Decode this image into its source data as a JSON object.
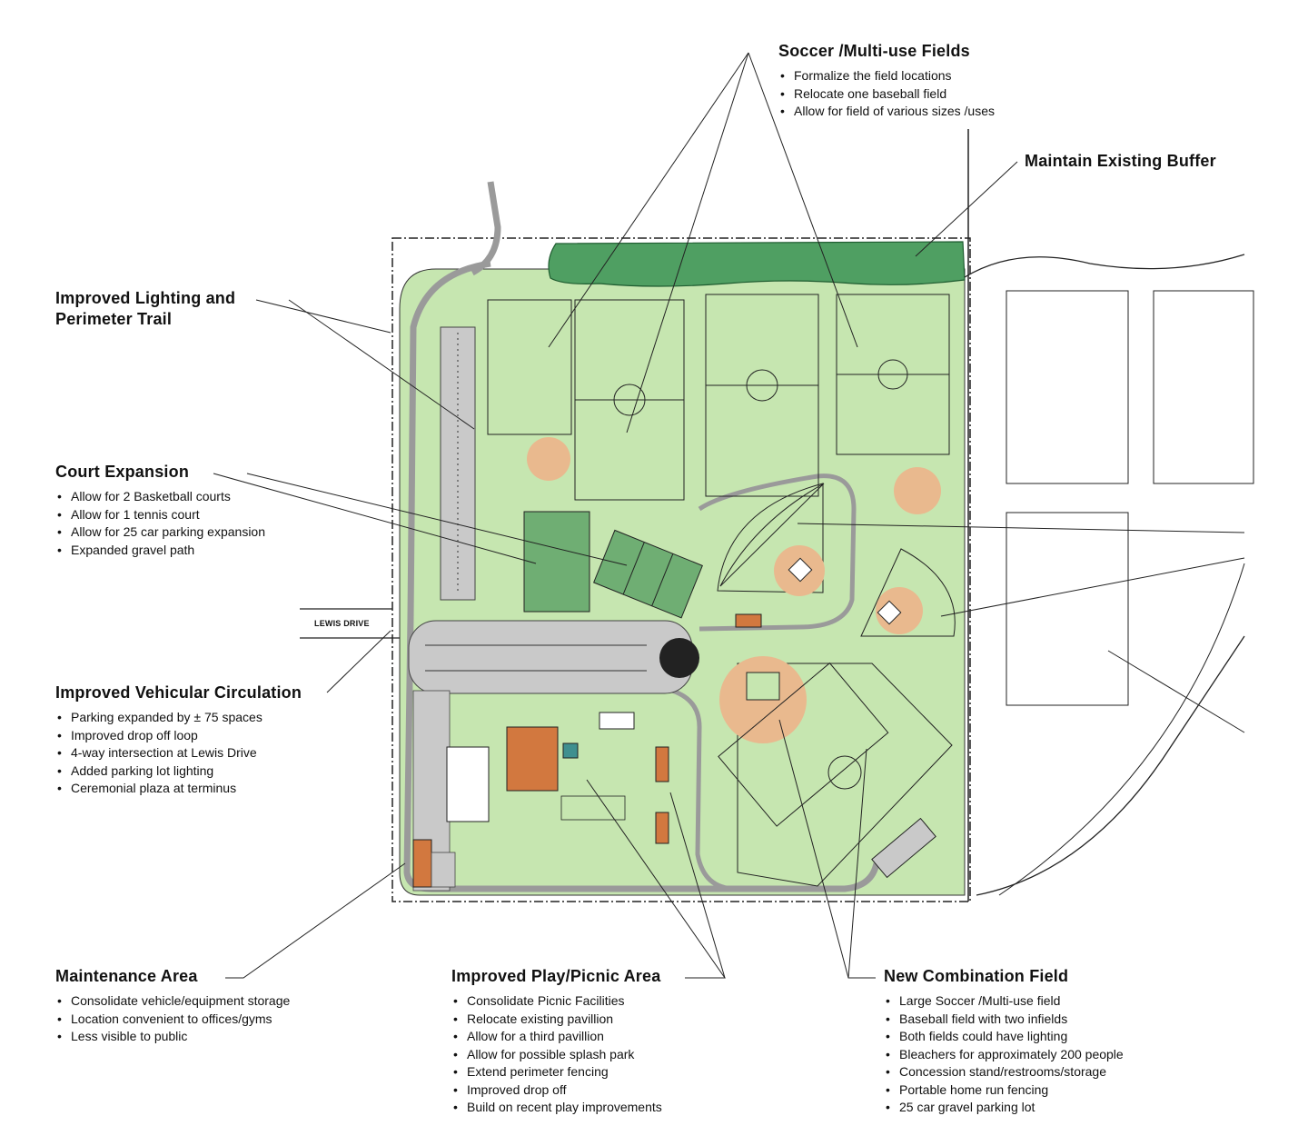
{
  "callouts": {
    "soccer": {
      "title": "Soccer /Multi-use Fields",
      "items": [
        "Formalize the field locations",
        "Relocate one baseball field",
        "Allow for field of various sizes /uses"
      ]
    },
    "buffer": {
      "title": "Maintain Existing Buffer"
    },
    "lighting": {
      "title_line1": "Improved Lighting and",
      "title_line2": "Perimeter Trail"
    },
    "court": {
      "title": "Court Expansion",
      "items": [
        "Allow for 2 Basketball courts",
        "Allow for 1 tennis court",
        "Allow for 25 car parking expansion",
        "Expanded gravel path"
      ]
    },
    "vehicular": {
      "title": "Improved Vehicular Circulation",
      "items": [
        "Parking expanded by ± 75 spaces",
        "Improved drop off loop",
        "4-way intersection at Lewis Drive",
        "Added parking lot lighting",
        "Ceremonial plaza at terminus"
      ]
    },
    "maintenance": {
      "title": "Maintenance Area",
      "items": [
        "Consolidate vehicle/equipment storage",
        "Location convenient to offices/gyms",
        "Less visible to public"
      ]
    },
    "picnic": {
      "title": "Improved Play/Picnic Area",
      "items": [
        "Consolidate Picnic Facilities",
        "Relocate existing pavillion",
        "Allow for a third pavillion",
        "Allow for possible splash park",
        "Extend perimeter fencing",
        "Improved drop off",
        "Build on recent play improvements"
      ]
    },
    "combination": {
      "title": "New Combination Field",
      "items": [
        "Large Soccer /Multi-use field",
        "Baseball field with two infields",
        "Both fields could have lighting",
        "Bleachers for approximately 200 people",
        "Concession stand/restrooms/storage",
        "Portable home run fencing",
        "25 car gravel parking lot"
      ]
    }
  },
  "map": {
    "street_label": "LEWIS DRIVE",
    "colors": {
      "turf": "#c6e6b0",
      "buffer": "#4f9f62",
      "pavement": "#c9c9c9",
      "infield": "#e9b98e",
      "court": "#6fae73",
      "building": "#d2783f",
      "line": "#1b1b1b"
    }
  }
}
